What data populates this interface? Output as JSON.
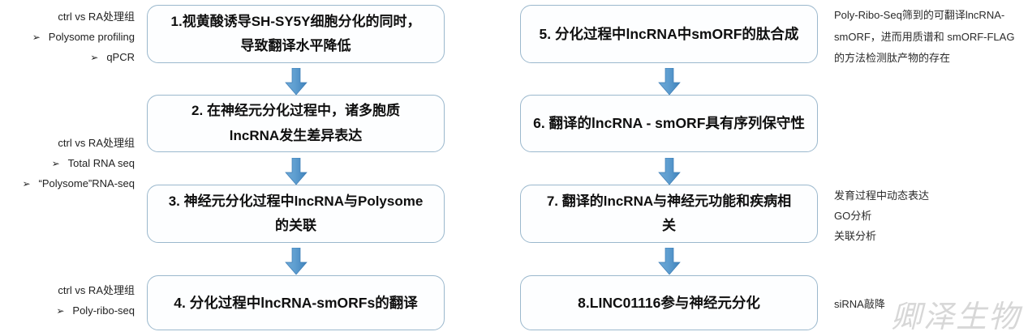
{
  "diagram": {
    "type": "flowchart",
    "title": "lncRNA-smORF translation research roadmap",
    "accent_color": "#4d90c8",
    "box_border_color": "#9bb8cd",
    "box_fill_color": "#fdfeff",
    "watermark": "卿泽生物",
    "boxes": [
      {
        "id": "box1",
        "number": "1",
        "text": "1.视黄酸诱导SH-SY5Y细胞分化的同时，\n导致翻译水平降低",
        "column": "left",
        "row": 1
      },
      {
        "id": "box2",
        "number": "2",
        "text": "2. 在神经元分化过程中，诸多胞质\nlncRNA发生差异表达",
        "column": "left",
        "row": 2
      },
      {
        "id": "box3",
        "number": "3",
        "text": "3. 神经元分化过程中lncRNA与Polysome\n的关联",
        "column": "left",
        "row": 3
      },
      {
        "id": "box4",
        "number": "4",
        "text": "4. 分化过程中lncRNA-smORFs的翻译",
        "column": "left",
        "row": 4
      },
      {
        "id": "box5",
        "number": "5",
        "text": "5. 分化过程中lncRNA中smORF的肽合成",
        "column": "right",
        "row": 1
      },
      {
        "id": "box6",
        "number": "6",
        "text": "6. 翻译的lncRNA - smORF具有序列保守性",
        "column": "right",
        "row": 2
      },
      {
        "id": "box7",
        "number": "7",
        "text": "7. 翻译的lncRNA与神经元功能和疾病相\n关",
        "column": "right",
        "row": 3
      },
      {
        "id": "box8",
        "number": "8",
        "text": "8.LINC01116参与神经元分化",
        "column": "right",
        "row": 4
      }
    ],
    "arrows": [
      {
        "id": "arrow1",
        "from": "box1",
        "to": "box2",
        "direction": "down"
      },
      {
        "id": "arrow2",
        "from": "box2",
        "to": "box3",
        "direction": "down"
      },
      {
        "id": "arrow3",
        "from": "box3",
        "to": "box4",
        "direction": "down"
      },
      {
        "id": "arrow5",
        "from": "box5",
        "to": "box6",
        "direction": "down"
      },
      {
        "id": "arrow6",
        "from": "box6",
        "to": "box7",
        "direction": "down"
      },
      {
        "id": "arrow7",
        "from": "box7",
        "to": "box8",
        "direction": "down"
      }
    ],
    "left_notes": [
      {
        "id": "left-note-1",
        "lines": [
          {
            "bullet": "",
            "text": "ctrl vs RA处理组"
          },
          {
            "bullet": "➢",
            "text": "Polysome profiling"
          },
          {
            "bullet": "➢",
            "text": "qPCR"
          }
        ]
      },
      {
        "id": "left-note-2",
        "lines": [
          {
            "bullet": "",
            "text": "ctrl vs RA处理组"
          },
          {
            "bullet": "➢",
            "text": "Total RNA seq"
          },
          {
            "bullet": "➢",
            "text": "“Polysome”RNA-seq"
          }
        ]
      },
      {
        "id": "left-note-3",
        "lines": [
          {
            "bullet": "",
            "text": "ctrl vs RA处理组"
          },
          {
            "bullet": "➢",
            "text": "Poly-ribo-seq"
          }
        ]
      }
    ],
    "right_notes": [
      {
        "id": "right-note-1",
        "lines": [
          "Poly-Ribo-Seq筛到的可翻译lncRNA-",
          "smORF，进而用质谱和 smORF-FLAG",
          "的方法检测肽产物的存在"
        ]
      },
      {
        "id": "right-note-2",
        "lines": [
          "发育过程中动态表达",
          "GO分析",
          "关联分析"
        ]
      },
      {
        "id": "right-note-3",
        "lines": [
          "siRNA敲降"
        ]
      }
    ]
  }
}
